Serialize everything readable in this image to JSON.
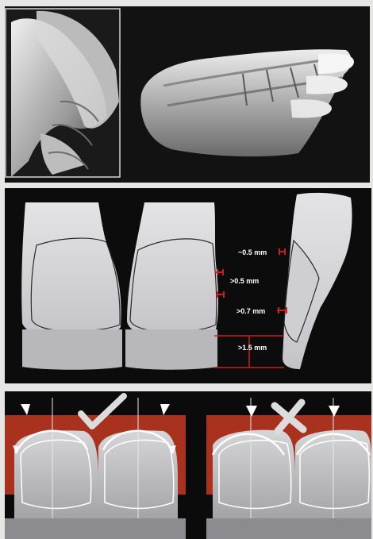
{
  "figure": {
    "panels": [
      {
        "id": "scan-panel",
        "kind": "3d-scan-renders"
      },
      {
        "id": "veneer-thickness-panel",
        "kind": "cross-section-diagram"
      },
      {
        "id": "incisal-edge-panel",
        "kind": "comparison-diagram"
      }
    ],
    "measurements": {
      "m1": "~0.5 mm",
      "m2": ">0.5 mm",
      "m3": ">0.7 mm",
      "m4": ">1.5 mm"
    },
    "comparison": {
      "left_symbol": "check-mark-icon",
      "right_symbol": "cross-mark-icon"
    },
    "colors": {
      "measure_red": "#cc1f1f",
      "tooth_gray": "#c9c9cc",
      "gum_red": "#a8321d",
      "arrow_white": "#ffffff"
    }
  }
}
